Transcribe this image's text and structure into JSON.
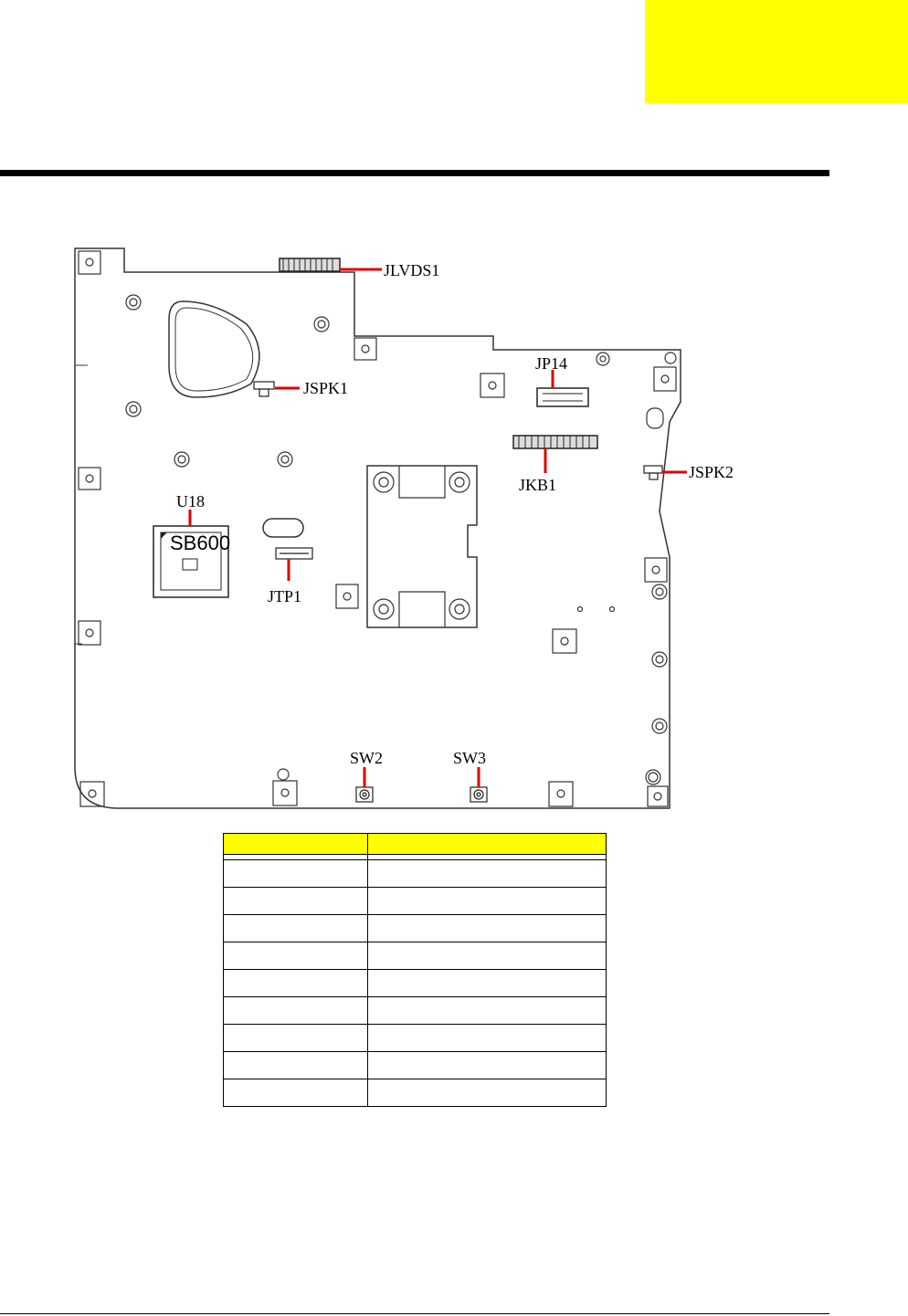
{
  "labels": {
    "jlvds1": "JLVDS1",
    "jspk1": "JSPK1",
    "jp14": "JP14",
    "jkb1": "JKB1",
    "jspk2": "JSPK2",
    "u18": "U18",
    "sb600": "SB600",
    "jtp1": "JTP1",
    "sw2": "SW2",
    "sw3": "SW3"
  },
  "table": {
    "headers": [
      "",
      ""
    ],
    "rows": [
      [
        "",
        ""
      ],
      [
        "",
        ""
      ],
      [
        "",
        ""
      ],
      [
        "",
        ""
      ],
      [
        "",
        ""
      ],
      [
        "",
        ""
      ],
      [
        "",
        ""
      ],
      [
        "",
        ""
      ],
      [
        "",
        ""
      ]
    ]
  },
  "colors": {
    "accent": "#ffff00",
    "callout_line": "#e00000"
  }
}
